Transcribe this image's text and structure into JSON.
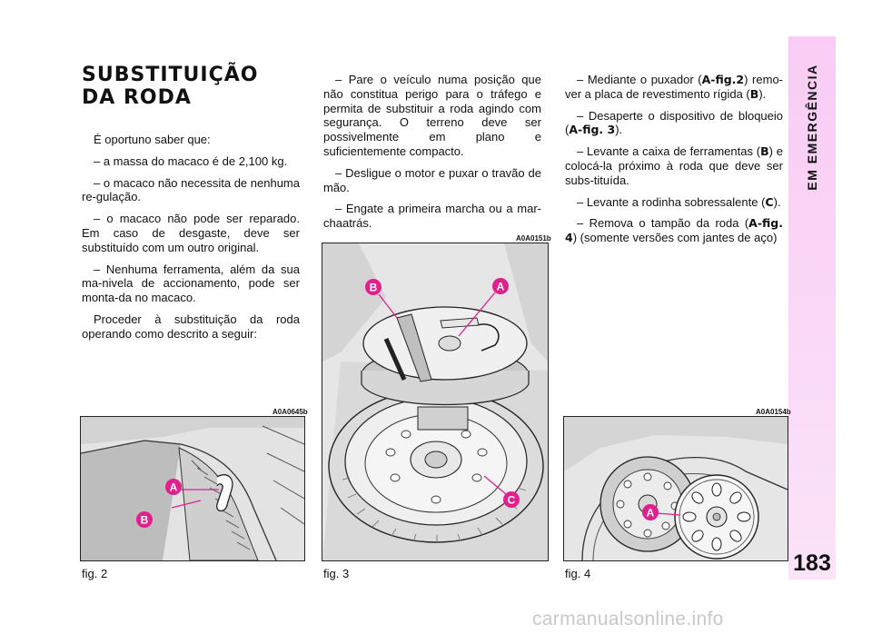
{
  "section_tab": "EM EMERGÊNCIA",
  "page_number": "183",
  "title": {
    "line1": "SUBSTITUIÇÃO",
    "line2": "DA RODA"
  },
  "col1": {
    "p1": "É oportuno saber que:",
    "p2": "– a massa do macaco é de 2,100 kg.",
    "p3": "– o macaco não necessita de nenhuma re-gulação.",
    "p4": "– o macaco não pode ser reparado. Em caso de desgaste, deve ser substituído com um outro original.",
    "p5": "– Nenhuma ferramenta, além da sua ma-nivela de accionamento, pode ser monta-da no macaco.",
    "p6": "Proceder à substituição da roda operando como descrito a seguir:"
  },
  "col2": {
    "p1": "– Pare o veículo numa posição que não constitua perigo para o tráfego e permita de substituir a roda agindo com segurança. O terreno deve ser possivelmente em plano e suficientemente compacto.",
    "p2": "– Desligue o motor e puxar o travão de mão.",
    "p3": "– Engate a primeira marcha ou a mar-chaatrás."
  },
  "col3": {
    "p1_a": "– Mediante o puxador (",
    "p1_ref1": "A-fig.2",
    "p1_b": ") remo-ver a placa de revestimento rígida (",
    "p1_ref2": "B",
    "p1_c": ").",
    "p2_a": "– Desaperte o dispositivo de bloqueio (",
    "p2_ref": "A-fig. 3",
    "p2_b": ").",
    "p3_a": "– Levante a caixa de ferramentas (",
    "p3_ref": "B",
    "p3_b": ") e colocá-la próximo à roda que deve ser subs-tituída.",
    "p4_a": "– Levante a rodinha sobressalente (",
    "p4_ref": "C",
    "p4_b": ").",
    "p5_a": "– Remova o tampão da roda (",
    "p5_ref": "A-fig. 4",
    "p5_b": ") (somente versões com jantes de aço)"
  },
  "figures": {
    "fig2": {
      "code": "A0A0645b",
      "caption": "fig. 2",
      "labels": {
        "a": "A",
        "b": "B"
      }
    },
    "fig3": {
      "code": "A0A0151b",
      "caption": "fig. 3",
      "labels": {
        "a": "A",
        "b": "B",
        "c": "C"
      }
    },
    "fig4": {
      "code": "A0A0154b",
      "caption": "fig. 4",
      "labels": {
        "a": "A"
      }
    }
  },
  "colors": {
    "tab": "#f9ccf5",
    "callout": "#e0208c",
    "figure_bg": "#e6e6e6"
  },
  "watermark": "carmanualsonline.info"
}
